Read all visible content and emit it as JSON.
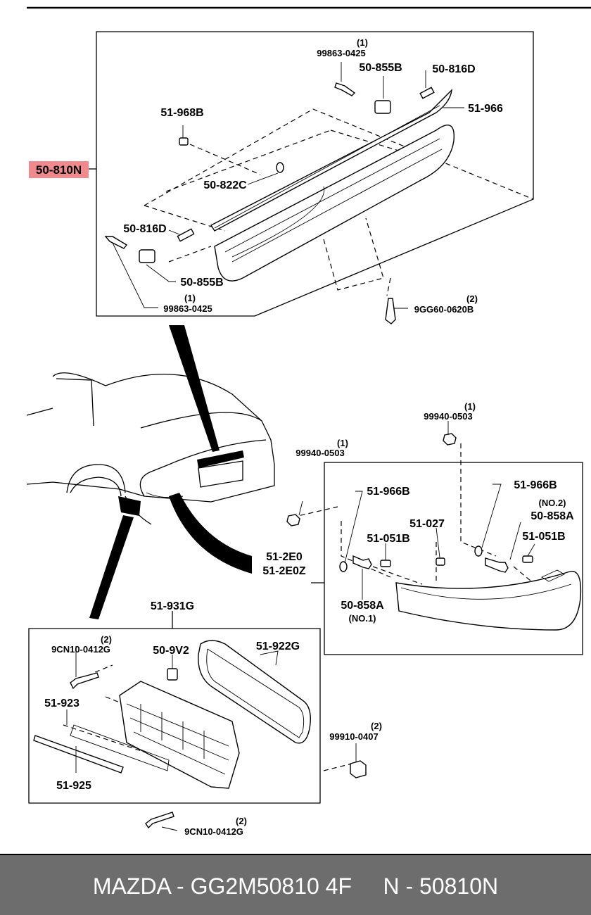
{
  "callouts": [
    {
      "id": "50-810N",
      "label": "50-810N",
      "highlight": "#f08a8c"
    }
  ],
  "labels": {
    "p99863_top": "99863-0425",
    "p99863_top_qty": "(1)",
    "p50855B_top": "50-855B",
    "p50816D_top": "50-816D",
    "p51968B": "51-968B",
    "p51966": "51-966",
    "p50822C": "50-822C",
    "p50816D_bot": "50-816D",
    "p50855B_bot": "50-855B",
    "p99863_bot": "99863-0425",
    "p99863_bot_qty": "(1)",
    "p9GG60": "9GG60-0620B",
    "p9GG60_qty": "(2)",
    "p99940_a": "99940-0503",
    "p99940_a_qty": "(1)",
    "p99940_b": "99940-0503",
    "p99940_b_qty": "(1)",
    "p51966B_l": "51-966B",
    "p51966B_r": "51-966B",
    "p51027": "51-027",
    "p51051B_l": "51-051B",
    "p51051B_r": "51-051B",
    "p50858A_r": "50-858A",
    "p50858A_r_note": "(NO.2)",
    "p50858A_l": "50-858A",
    "p50858A_l_note": "(NO.1)",
    "p512E0": "51-2E0",
    "p512E0Z": "51-2E0Z",
    "p51931G": "51-931G",
    "p9CN10_top": "9CN10-0412G",
    "p9CN10_top_qty": "(2)",
    "p509V2": "50-9V2",
    "p51922G": "51-922G",
    "p51923": "51-923",
    "p99910": "99910-0407",
    "p99910_qty": "(2)",
    "p51925": "51-925",
    "p9CN10_bot": "9CN10-0412G",
    "p9CN10_bot_qty": "(2)"
  },
  "footer": {
    "text": "MAZDA - GG2M50810 4F     N - 50810N"
  }
}
